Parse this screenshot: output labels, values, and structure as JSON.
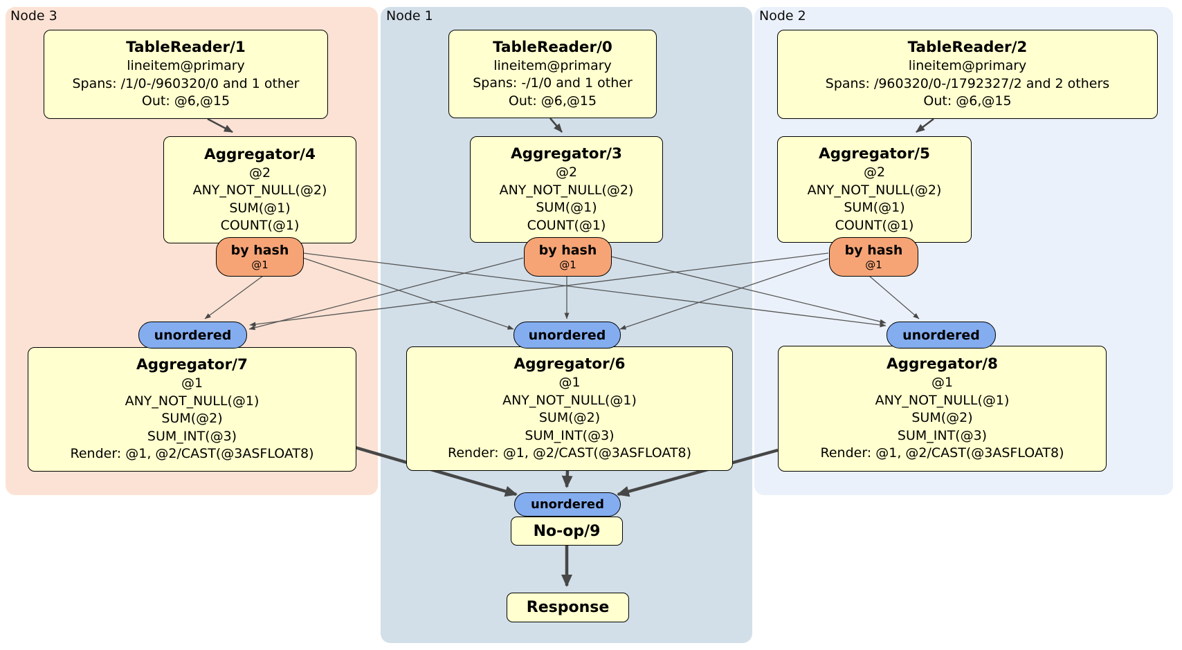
{
  "regions": {
    "node3": {
      "label": "Node 3"
    },
    "node1": {
      "label": "Node 1"
    },
    "node2": {
      "label": "Node 2"
    }
  },
  "processors": {
    "tr1": {
      "title": "TableReader/1",
      "lines": [
        "lineitem@primary",
        "Spans: /1/0-/960320/0 and 1 other",
        "Out: @6,@15"
      ]
    },
    "tr0": {
      "title": "TableReader/0",
      "lines": [
        "lineitem@primary",
        "Spans: -/1/0 and 1 other",
        "Out: @6,@15"
      ]
    },
    "tr2": {
      "title": "TableReader/2",
      "lines": [
        "lineitem@primary",
        "Spans: /960320/0-/1792327/2 and 2 others",
        "Out: @6,@15"
      ]
    },
    "agg4": {
      "title": "Aggregator/4",
      "lines": [
        "@2",
        "ANY_NOT_NULL(@2)",
        "SUM(@1)",
        "COUNT(@1)"
      ]
    },
    "agg3": {
      "title": "Aggregator/3",
      "lines": [
        "@2",
        "ANY_NOT_NULL(@2)",
        "SUM(@1)",
        "COUNT(@1)"
      ]
    },
    "agg5": {
      "title": "Aggregator/5",
      "lines": [
        "@2",
        "ANY_NOT_NULL(@2)",
        "SUM(@1)",
        "COUNT(@1)"
      ]
    },
    "agg7": {
      "title": "Aggregator/7",
      "lines": [
        "@1",
        "ANY_NOT_NULL(@1)",
        "SUM(@2)",
        "SUM_INT(@3)",
        "Render: @1, @2/CAST(@3ASFLOAT8)"
      ]
    },
    "agg6": {
      "title": "Aggregator/6",
      "lines": [
        "@1",
        "ANY_NOT_NULL(@1)",
        "SUM(@2)",
        "SUM_INT(@3)",
        "Render: @1, @2/CAST(@3ASFLOAT8)"
      ]
    },
    "agg8": {
      "title": "Aggregator/8",
      "lines": [
        "@1",
        "ANY_NOT_NULL(@1)",
        "SUM(@2)",
        "SUM_INT(@3)",
        "Render: @1, @2/CAST(@3ASFLOAT8)"
      ]
    },
    "noop": {
      "title": "No-op/9"
    },
    "response": {
      "title": "Response"
    }
  },
  "routers": {
    "r3": {
      "label": "by hash",
      "sub": "@1"
    },
    "r1": {
      "label": "by hash",
      "sub": "@1"
    },
    "r2": {
      "label": "by hash",
      "sub": "@1"
    }
  },
  "syncs": {
    "s3": {
      "label": "unordered"
    },
    "s1": {
      "label": "unordered"
    },
    "s2": {
      "label": "unordered"
    },
    "sf": {
      "label": "unordered"
    }
  },
  "colors": {
    "panel_node3": "#fbe2d4",
    "panel_node1": "#d2dfe9",
    "panel_node2": "#ebf1fa",
    "box_fill": "#ffffcf",
    "router_fill": "#f6a476",
    "sync_fill": "#84adf0",
    "edge": "#474747"
  }
}
